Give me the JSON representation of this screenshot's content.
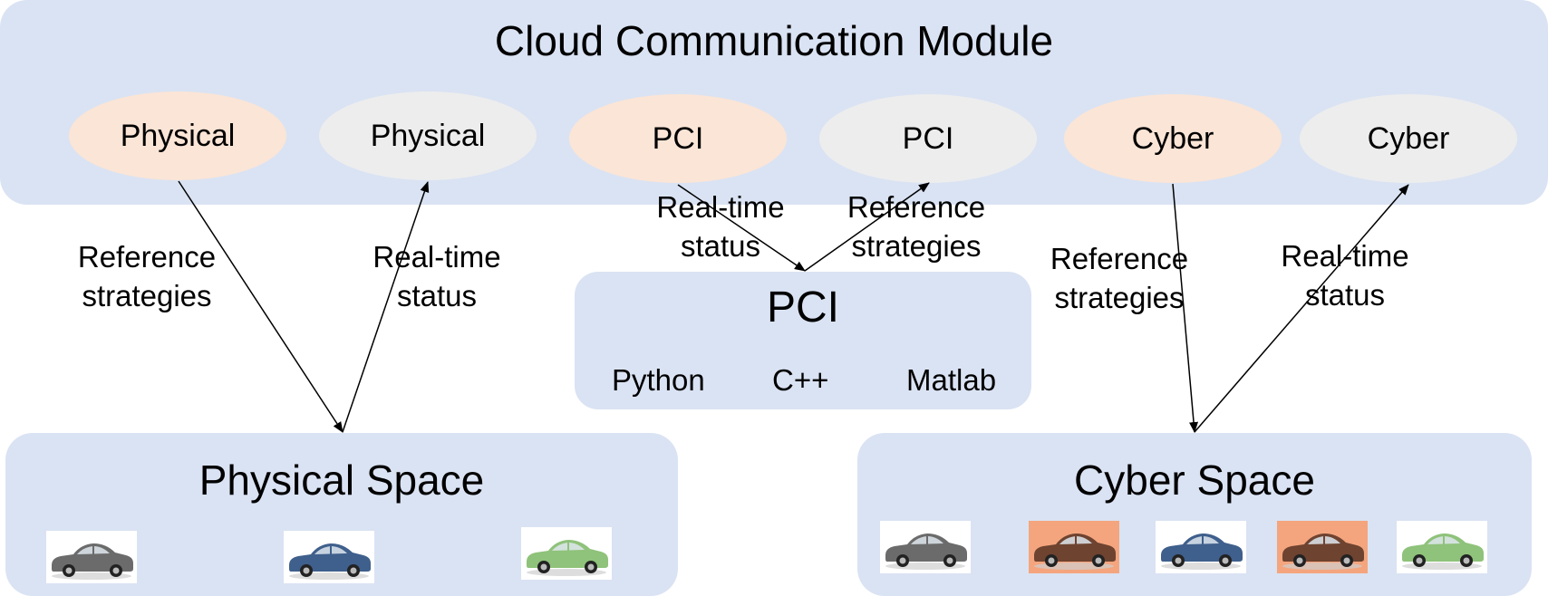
{
  "cloud": {
    "title": "Cloud Communication Module",
    "nodes": [
      {
        "label": "Physical",
        "fill": "#fbe5d6"
      },
      {
        "label": "Physical",
        "fill": "#ededed"
      },
      {
        "label": "PCI",
        "fill": "#fbe5d6"
      },
      {
        "label": "PCI",
        "fill": "#ededed"
      },
      {
        "label": "Cyber",
        "fill": "#fbe5d6"
      },
      {
        "label": "Cyber",
        "fill": "#ededed"
      }
    ]
  },
  "pci": {
    "title": "PCI",
    "tools": [
      "Python",
      "C++",
      "Matlab"
    ]
  },
  "physical_space": {
    "title": "Physical Space",
    "cars": [
      {
        "name": "grey-car",
        "body": "#6b6b6b",
        "bg": "#ffffff"
      },
      {
        "name": "blue-car",
        "body": "#3f5f8c",
        "bg": "#ffffff"
      },
      {
        "name": "green-car",
        "body": "#8fc27a",
        "bg": "#ffffff"
      }
    ]
  },
  "cyber_space": {
    "title": "Cyber Space",
    "cars": [
      {
        "name": "grey-car",
        "body": "#6b6b6b",
        "bg": "#ffffff"
      },
      {
        "name": "brown-car",
        "body": "#6e4330",
        "bg": "#f4a57e"
      },
      {
        "name": "blue-car",
        "body": "#3f5f8c",
        "bg": "#ffffff"
      },
      {
        "name": "brown-car",
        "body": "#6e4330",
        "bg": "#f4a57e"
      },
      {
        "name": "green-car",
        "body": "#8fc27a",
        "bg": "#ffffff"
      }
    ]
  },
  "edge_labels": {
    "physical_reference": [
      "Reference",
      "strategies"
    ],
    "physical_realtime": [
      "Real-time",
      "status"
    ],
    "pci_realtime": [
      "Real-time",
      "status"
    ],
    "pci_reference": [
      "Reference",
      "strategies"
    ],
    "cyber_reference": [
      "Reference",
      "strategies"
    ],
    "cyber_realtime": [
      "Real-time",
      "status"
    ]
  },
  "colors": {
    "panel": "#dae3f3",
    "peach": "#fbe5d6",
    "grey": "#ededed",
    "arrow": "#000000"
  }
}
